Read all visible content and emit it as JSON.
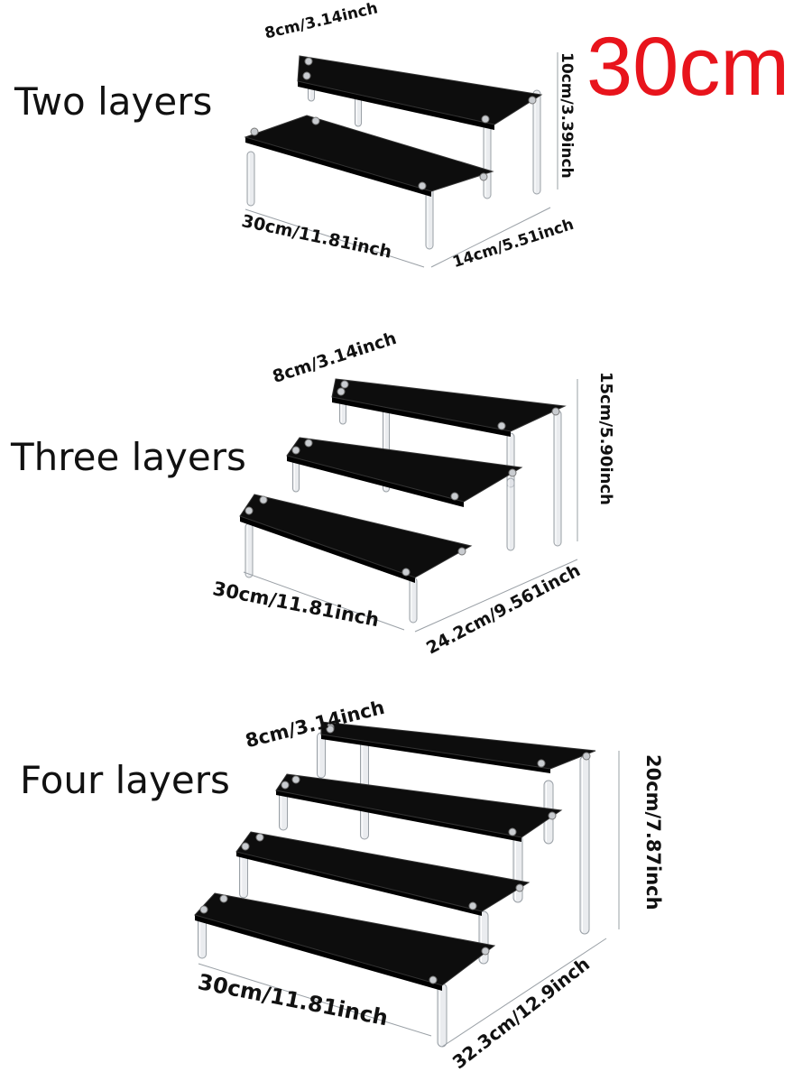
{
  "headline": "30cm",
  "sections": [
    {
      "title": "Two layers",
      "dims": {
        "shelf_depth": "8cm/3.14inch",
        "height": "10cm/3.39inch",
        "width": "30cm/11.81inch",
        "total_depth": "14cm/5.51inch"
      }
    },
    {
      "title": "Three layers",
      "dims": {
        "shelf_depth": "8cm/3.14inch",
        "height": "15cm/5.90inch",
        "width": "30cm/11.81inch",
        "total_depth": "24.2cm/9.561inch"
      }
    },
    {
      "title": "Four layers",
      "dims": {
        "shelf_depth": "8cm/3.14inch",
        "height": "20cm/7.87inch",
        "width": "30cm/11.81inch",
        "total_depth": "32.3cm/12.9inch"
      }
    }
  ],
  "colors": {
    "headline": "#e8141c",
    "shelf": "#0d0d0d",
    "leg": "#d9dde2"
  }
}
